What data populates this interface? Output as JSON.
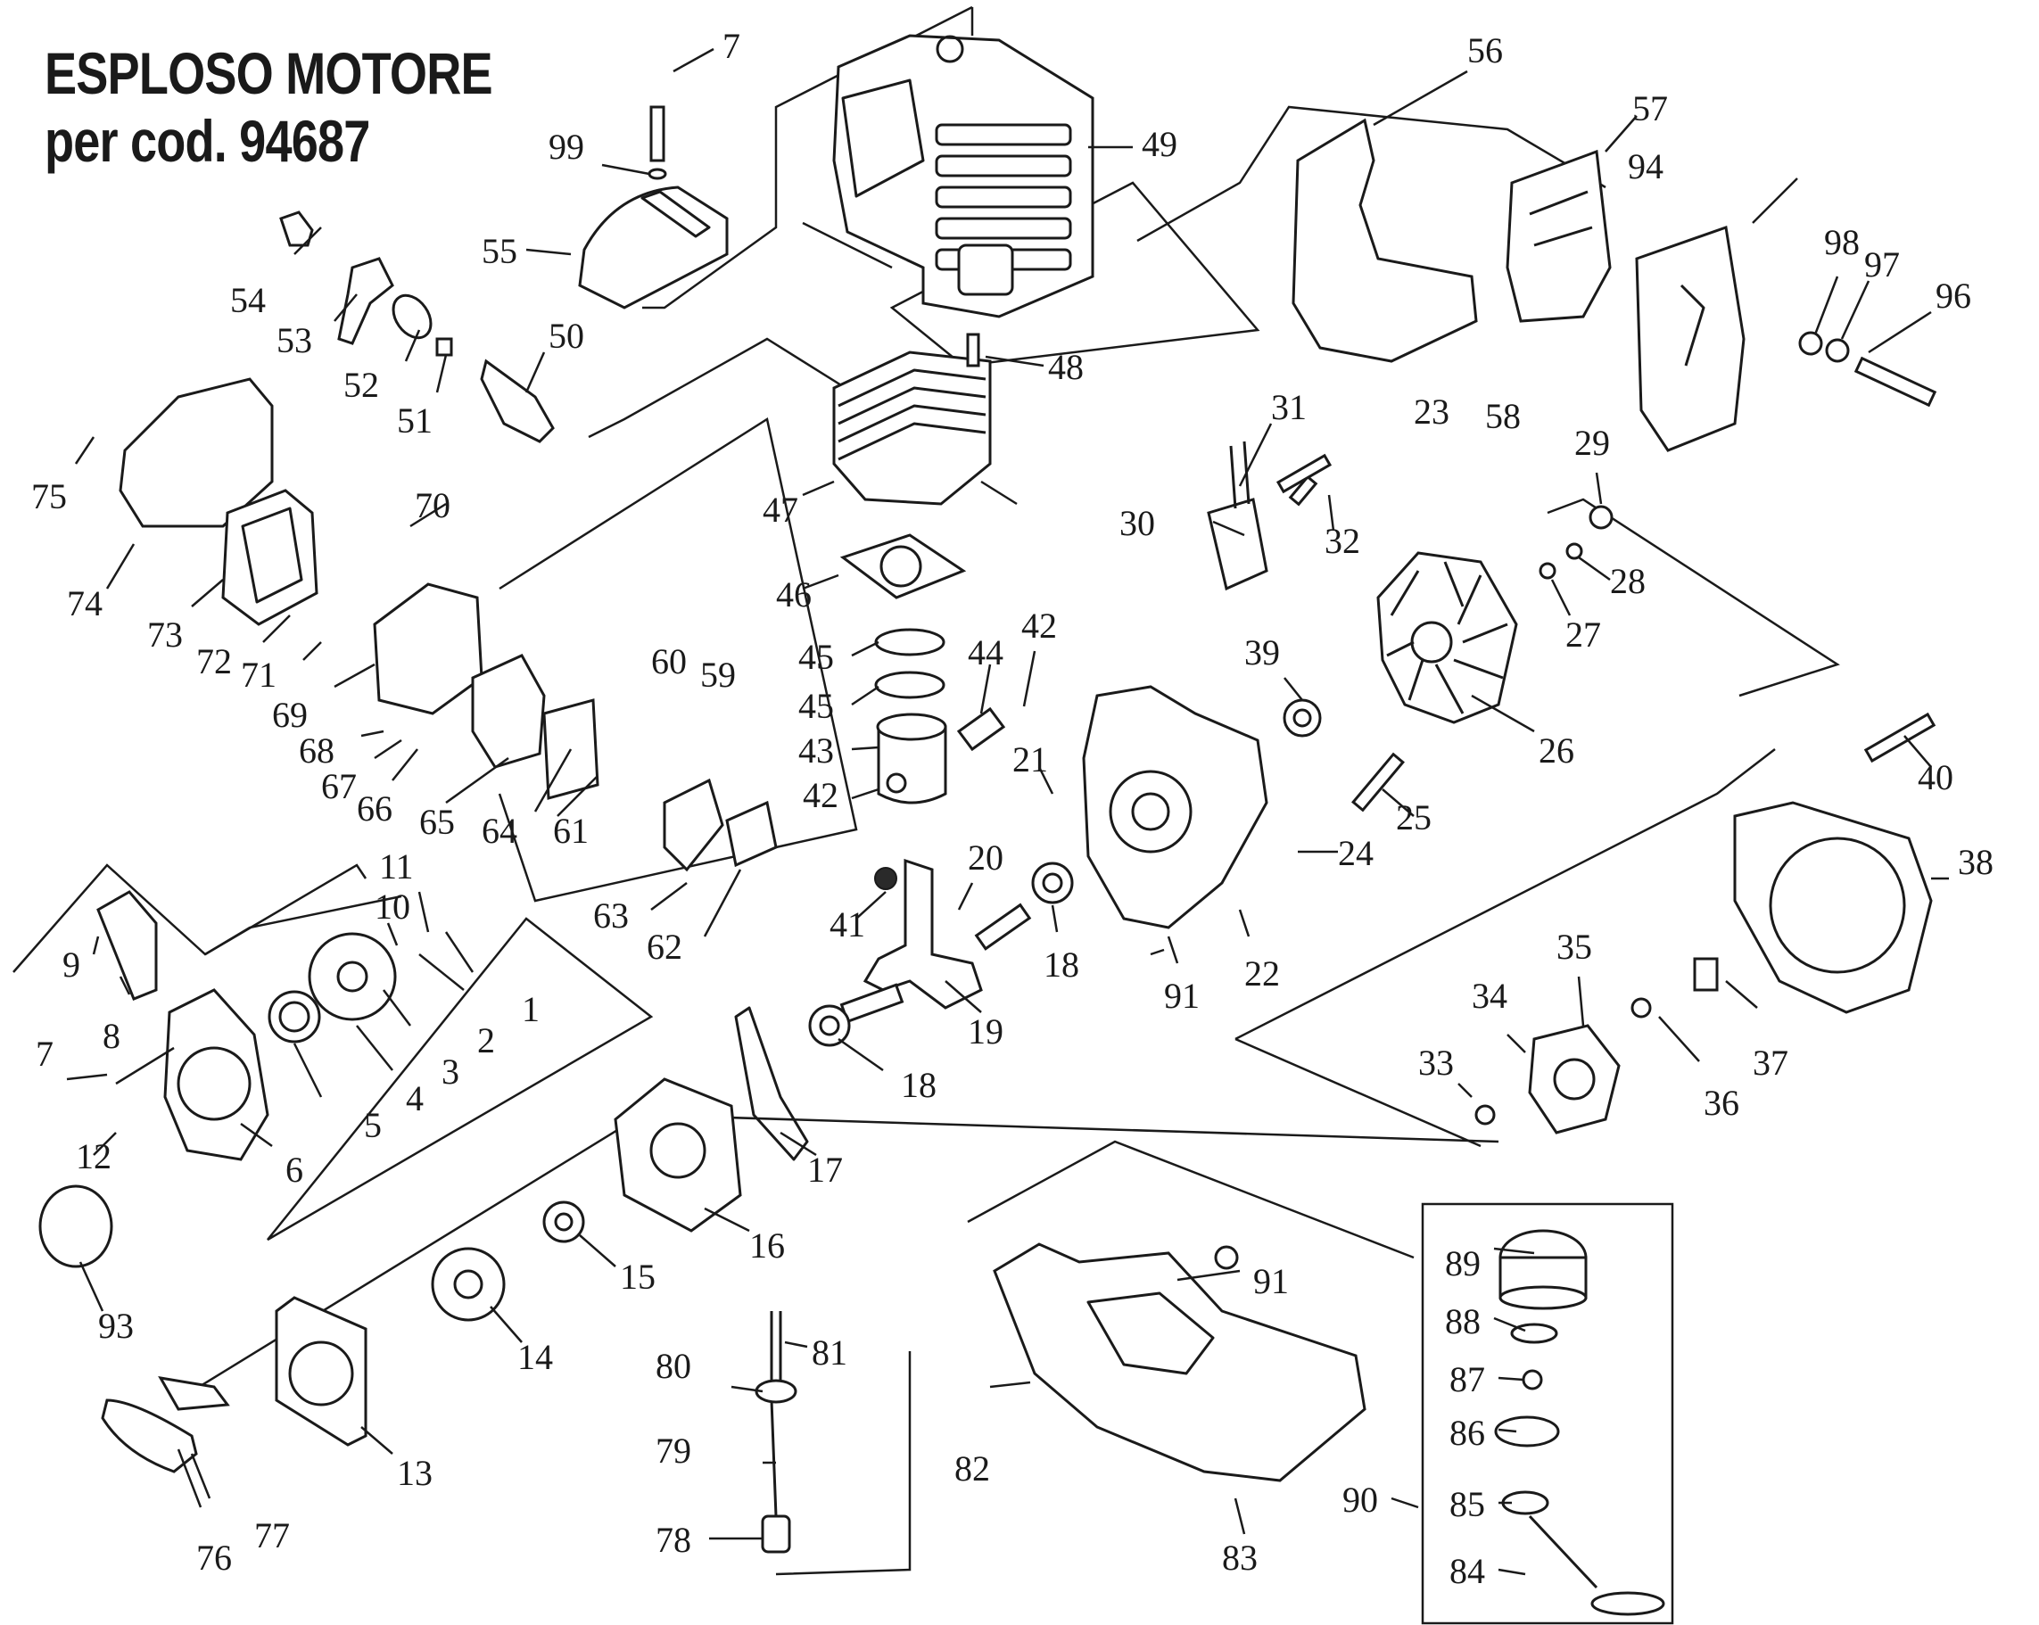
{
  "title": {
    "line1": "ESPLOSO MOTORE",
    "line2": "per cod. 94687"
  },
  "part_numbers": [
    "1",
    "2",
    "3",
    "4",
    "5",
    "6",
    "7",
    "7",
    "8",
    "9",
    "10",
    "11",
    "12",
    "13",
    "14",
    "15",
    "16",
    "17",
    "18",
    "18",
    "19",
    "20",
    "21",
    "22",
    "23",
    "24",
    "25",
    "26",
    "27",
    "28",
    "29",
    "30",
    "31",
    "32",
    "33",
    "34",
    "35",
    "36",
    "37",
    "38",
    "39",
    "40",
    "41",
    "42",
    "42",
    "43",
    "44",
    "45",
    "45",
    "46",
    "47",
    "48",
    "49",
    "50",
    "51",
    "52",
    "53",
    "54",
    "55",
    "56",
    "57",
    "58",
    "59",
    "60",
    "61",
    "62",
    "63",
    "64",
    "65",
    "66",
    "67",
    "68",
    "69",
    "70",
    "71",
    "72",
    "73",
    "74",
    "75",
    "76",
    "77",
    "78",
    "79",
    "80",
    "81",
    "82",
    "83",
    "84",
    "85",
    "86",
    "87",
    "88",
    "89",
    "90",
    "91",
    "91",
    "93",
    "94",
    "96",
    "97",
    "98",
    "99"
  ]
}
